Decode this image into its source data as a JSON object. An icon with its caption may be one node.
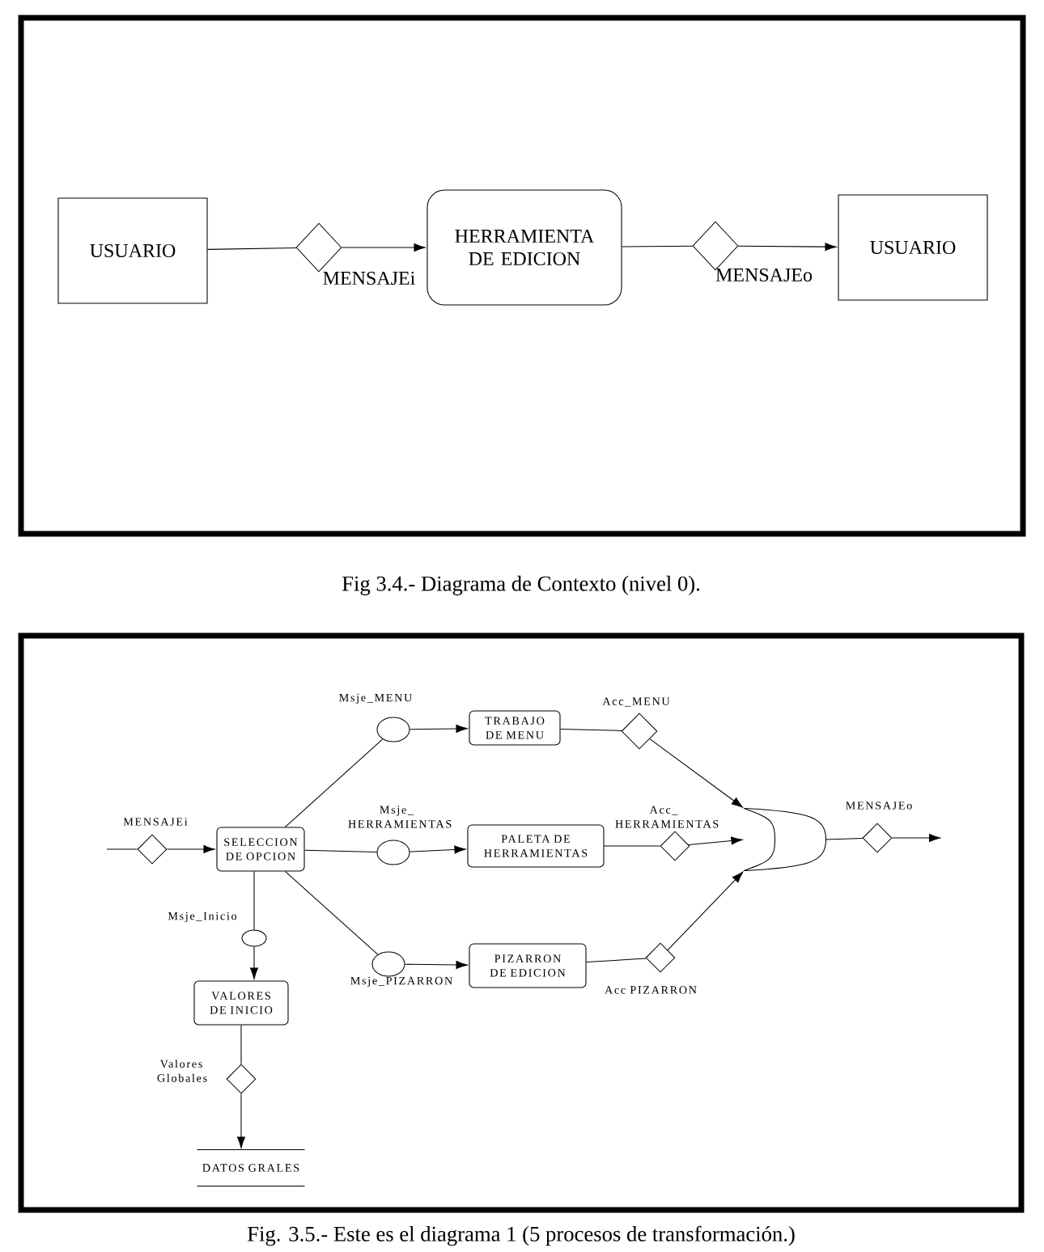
{
  "diagram": {
    "nodes": [
      {
        "text": [
          "USUARIO"
        ]
      },
      {
        "text": [],
        "shape": "diamond",
        "beside": [
          "MENSAJEi"
        ]
      },
      {
        "text": [
          "HERRAMIENTA DE EDICION"
        ]
      },
      {
        "text": [],
        "shape": "diamond",
        "beside": [
          "MENSAJEo"
        ]
      },
      {
        "text": [
          "USUARIO"
        ]
      },
      {
        "text": [],
        "shape": "diamond",
        "beside": [
          "MENSAJEi"
        ]
      },
      {
        "text": [
          "SELECCION DE OPCION"
        ]
      },
      {
        "text": [],
        "shape": "circle",
        "beside": [
          "Msje_MENU"
        ]
      },
      {
        "text": [],
        "shape": "circle",
        "beside": [
          "Msje_ HERRAMIENTAS"
        ]
      },
      {
        "text": [],
        "shape": "circle",
        "beside": [
          "Msje_PIZARRON"
        ]
      },
      {
        "text": [],
        "shape": "circle",
        "beside": [
          "Msje_Inicio"
        ]
      },
      {
        "text": [
          "VALORES DE INICIO"
        ]
      },
      {
        "text": [],
        "shape": "diamond",
        "beside": [
          "Valores Globales"
        ]
      },
      {
        "text": [
          "DATOS GRALES"
        ]
      },
      {
        "text": [
          "TRABAJO DE MENU"
        ]
      },
      {
        "text": [
          "PALETA DE HERRAMIENTAS"
        ]
      },
      {
        "text": [
          "PIZARRON DE EDICION"
        ]
      },
      {
        "text": [],
        "shape": "diamond",
        "beside": [
          "Acc_MENU"
        ]
      },
      {
        "text": [],
        "shape": "diamond",
        "beside": [
          "Acc_ HERRAMIENTAS"
        ]
      },
      {
        "text": [],
        "shape": "diamond",
        "beside": [
          "Acc PIZARRON"
        ]
      },
      {
        "text": [],
        "shape": "junction"
      },
      {
        "text": [],
        "shape": "diamond",
        "beside": [
          "MENSAJEo"
        ]
      }
    ],
    "edges": [
      {
        "from": 0,
        "to": 1,
        "arrow": "none"
      },
      {
        "from": 1,
        "to": 2,
        "arrow": "to"
      },
      {
        "from": 2,
        "to": 3,
        "arrow": "none"
      },
      {
        "from": 3,
        "to": 4,
        "arrow": "to"
      },
      {
        "from": null,
        "to": 5,
        "arrow": "none"
      },
      {
        "from": 5,
        "to": 6,
        "arrow": "to"
      },
      {
        "from": 6,
        "to": 7,
        "arrow": "none"
      },
      {
        "from": 7,
        "to": 14,
        "arrow": "to"
      },
      {
        "from": 6,
        "to": 8,
        "arrow": "none"
      },
      {
        "from": 8,
        "to": 15,
        "arrow": "to"
      },
      {
        "from": 6,
        "to": 9,
        "arrow": "none"
      },
      {
        "from": 9,
        "to": 16,
        "arrow": "to"
      },
      {
        "from": 6,
        "to": 10,
        "arrow": "none"
      },
      {
        "from": 10,
        "to": 11,
        "arrow": "to"
      },
      {
        "from": 11,
        "to": 12,
        "arrow": "none"
      },
      {
        "from": 12,
        "to": 13,
        "arrow": "to"
      },
      {
        "from": 14,
        "to": 17,
        "arrow": "none"
      },
      {
        "from": 17,
        "to": 20,
        "arrow": "to"
      },
      {
        "from": 15,
        "to": 18,
        "arrow": "none"
      },
      {
        "from": 18,
        "to": 20,
        "arrow": "to"
      },
      {
        "from": 16,
        "to": 19,
        "arrow": "none"
      },
      {
        "from": 19,
        "to": 20,
        "arrow": "to"
      },
      {
        "from": 20,
        "to": 21,
        "arrow": "none"
      },
      {
        "from": 21,
        "to": null,
        "arrow": "to"
      }
    ],
    "labels": [
      "Fig 3.4.- Diagrama de Contexto (nivel 0).",
      "Fig. 3.5.- Este es el diagrama 1 (5 procesos de transformación.)"
    ]
  }
}
